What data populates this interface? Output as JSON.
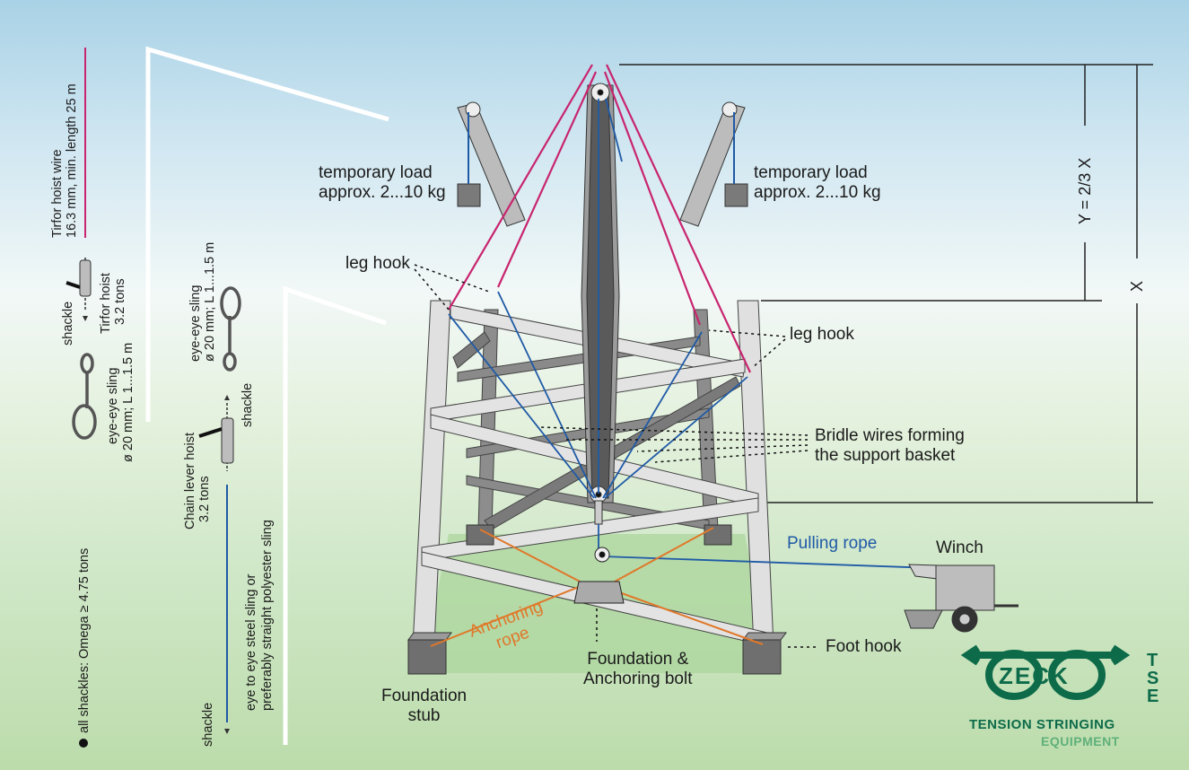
{
  "colors": {
    "hoist_wire": "#c8246f",
    "pulling_rope": "#1f5aa6",
    "anchoring_rope": "#e0782a",
    "steel": "#dcdcdc",
    "steel_dark": "#707070",
    "logo_green": "#0d6b4a",
    "logo_light_green": "#5fb07a"
  },
  "legend": {
    "tirfor_wire": "Tirfor hoist wire",
    "tirfor_wire_spec": "16.3 mm, min. length 25 m",
    "tirfor_hoist": "Tirfor hoist",
    "tirfor_hoist_spec": "3.2 tons",
    "shackle_1": "shackle",
    "eye_sling_1": "eye-eye sling",
    "eye_sling_1_spec": "ø 20 mm; L 1...1.5 m",
    "eye_sling_2": "eye-eye sling",
    "eye_sling_2_spec": "ø 20 mm; L 1...1.5 m",
    "shackle_2": "shackle",
    "chain_hoist": "Chain lever hoist",
    "chain_hoist_spec": "3.2 tons",
    "eye_steel_sling": "eye to eye steel sling or",
    "eye_steel_sling_2": "preferably straight polyester sling",
    "shackle_3": "shackle",
    "all_shackles": "all shackles: Omega ≥ 4.75 tons"
  },
  "labels": {
    "temp_load_left_1": "temporary load",
    "temp_load_left_2": "approx. 2...10 kg",
    "temp_load_right_1": "temporary load",
    "temp_load_right_2": "approx. 2...10 kg",
    "leg_hook_left": "leg hook",
    "leg_hook_right": "leg hook",
    "bridle_1": "Bridle wires forming",
    "bridle_2": "the support basket",
    "pulling_rope": "Pulling rope",
    "winch": "Winch",
    "foot_hook": "Foot hook",
    "anchoring_rope_1": "Anchoring",
    "anchoring_rope_2": "rope",
    "foundation_bolt_1": "Foundation &",
    "foundation_bolt_2": "Anchoring bolt",
    "foundation_stub_1": "Foundation",
    "foundation_stub_2": "stub"
  },
  "dimensions": {
    "y_formula": "Y = 2/3 X",
    "x_label": "X"
  },
  "logo": {
    "brand": "ZECK",
    "side": "TSE",
    "line1": "TENSION STRINGING",
    "line2": "EQUIPMENT"
  }
}
